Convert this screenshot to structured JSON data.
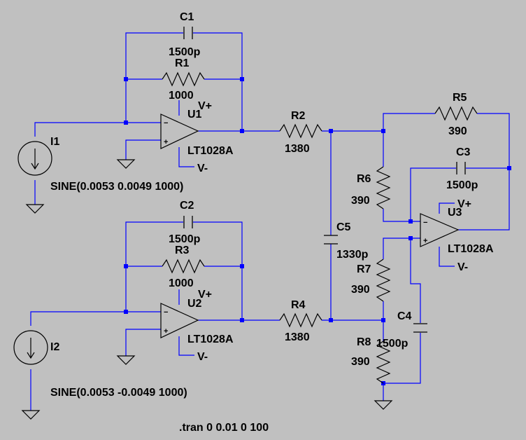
{
  "components": {
    "C1": {
      "ref": "C1",
      "value": "1500p"
    },
    "R1": {
      "ref": "R1",
      "value": "1000"
    },
    "U1": {
      "ref": "U1",
      "model": "LT1028A",
      "vplus": "V+",
      "vminus": "V-"
    },
    "I1": {
      "ref": "I1",
      "value": "SINE(0.0053 0.0049 1000)"
    },
    "C2": {
      "ref": "C2",
      "value": "1500p"
    },
    "R3": {
      "ref": "R3",
      "value": "1000"
    },
    "U2": {
      "ref": "U2",
      "model": "LT1028A",
      "vplus": "V+",
      "vminus": "V-"
    },
    "I2": {
      "ref": "I2",
      "value": "SINE(0.0053 -0.0049 1000)"
    },
    "R2": {
      "ref": "R2",
      "value": "1380"
    },
    "R4": {
      "ref": "R4",
      "value": "1380"
    },
    "C5": {
      "ref": "C5",
      "value": "1330p"
    },
    "R5": {
      "ref": "R5",
      "value": "390"
    },
    "C3": {
      "ref": "C3",
      "value": "1500p"
    },
    "R6": {
      "ref": "R6",
      "value": "390"
    },
    "U3": {
      "ref": "U3",
      "model": "LT1028A",
      "vplus": "V+",
      "vminus": "V-"
    },
    "R7": {
      "ref": "R7",
      "value": "390"
    },
    "C4": {
      "ref": "C4",
      "value": "1500p"
    },
    "R8": {
      "ref": "R8",
      "value": "390"
    }
  },
  "directive": ".tran 0 0.01 0 100",
  "pin_signs": {
    "minus": "−",
    "plus": "+"
  },
  "colors": {
    "background": "#c0c0c0",
    "wire": "#0000ff",
    "symbol": "#000000"
  }
}
